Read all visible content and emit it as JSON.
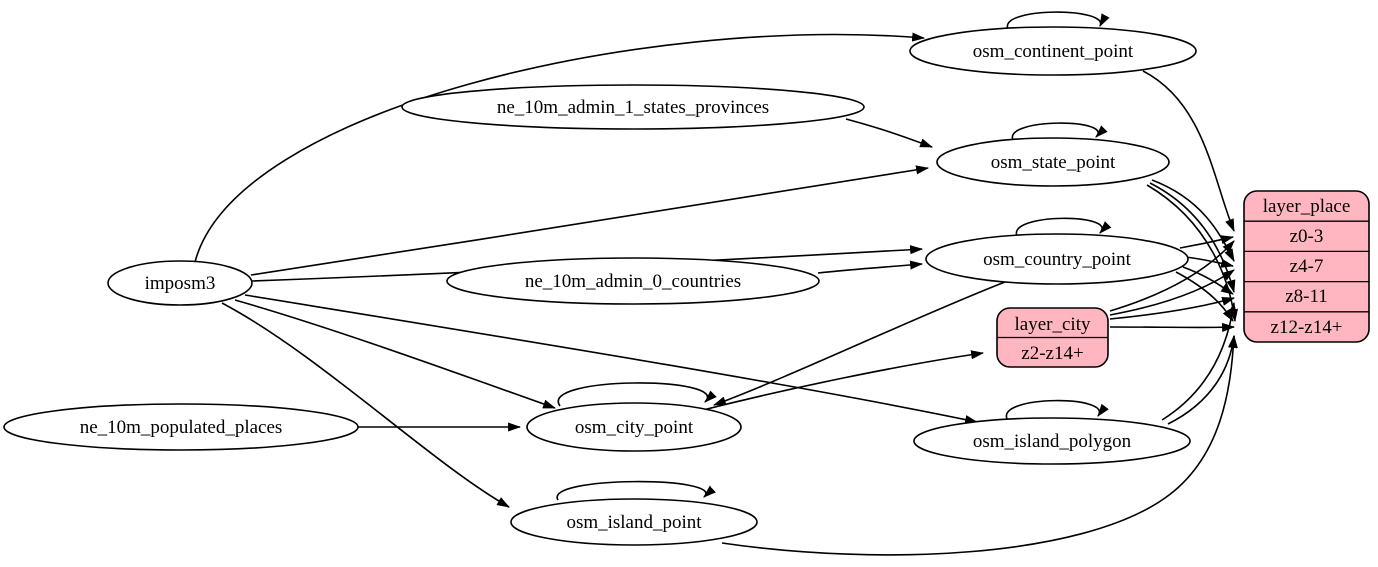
{
  "diagram": {
    "kind": "etl-dependency-graph",
    "colors": {
      "background": "#ffffff",
      "node_fill": "#ffffff",
      "record_fill": "#ffb6c1",
      "stroke": "#000000"
    },
    "nodes": {
      "imposm3": {
        "label": "imposm3"
      },
      "ne_10m_admin_1_states_provinces": {
        "label": "ne_10m_admin_1_states_provinces"
      },
      "ne_10m_admin_0_countries": {
        "label": "ne_10m_admin_0_countries"
      },
      "ne_10m_populated_places": {
        "label": "ne_10m_populated_places"
      },
      "osm_continent_point": {
        "label": "osm_continent_point"
      },
      "osm_state_point": {
        "label": "osm_state_point"
      },
      "osm_country_point": {
        "label": "osm_country_point"
      },
      "osm_city_point": {
        "label": "osm_city_point"
      },
      "osm_island_polygon": {
        "label": "osm_island_polygon"
      },
      "osm_island_point": {
        "label": "osm_island_point"
      }
    },
    "records": {
      "layer_place": {
        "title": "layer_place",
        "rows": [
          "z0-3",
          "z4-7",
          "z8-11",
          "z12-z14+"
        ]
      },
      "layer_city": {
        "title": "layer_city",
        "rows": [
          "z2-z14+"
        ]
      }
    },
    "edges": [
      {
        "from": "imposm3",
        "to": "osm_continent_point"
      },
      {
        "from": "imposm3",
        "to": "osm_state_point"
      },
      {
        "from": "imposm3",
        "to": "osm_country_point"
      },
      {
        "from": "imposm3",
        "to": "osm_city_point"
      },
      {
        "from": "imposm3",
        "to": "osm_island_polygon"
      },
      {
        "from": "imposm3",
        "to": "osm_island_point"
      },
      {
        "from": "ne_10m_admin_1_states_provinces",
        "to": "osm_state_point"
      },
      {
        "from": "ne_10m_admin_0_countries",
        "to": "osm_country_point"
      },
      {
        "from": "ne_10m_populated_places",
        "to": "osm_city_point"
      },
      {
        "from": "osm_continent_point",
        "to": "osm_continent_point"
      },
      {
        "from": "osm_state_point",
        "to": "osm_state_point"
      },
      {
        "from": "osm_country_point",
        "to": "osm_country_point"
      },
      {
        "from": "osm_city_point",
        "to": "osm_city_point"
      },
      {
        "from": "osm_island_polygon",
        "to": "osm_island_polygon"
      },
      {
        "from": "osm_island_point",
        "to": "osm_island_point"
      },
      {
        "from": "osm_country_point",
        "to": "osm_city_point"
      },
      {
        "from": "osm_city_point",
        "to": "layer_city:z2-z14+"
      },
      {
        "from": "layer_city",
        "to": "layer_place:z0-3"
      },
      {
        "from": "layer_city",
        "to": "layer_place:z4-7"
      },
      {
        "from": "layer_city",
        "to": "layer_place:z8-11"
      },
      {
        "from": "layer_city",
        "to": "layer_place:z12-z14+"
      },
      {
        "from": "osm_continent_point",
        "to": "layer_place:z0-3"
      },
      {
        "from": "osm_state_point",
        "to": "layer_place:z4-7"
      },
      {
        "from": "osm_state_point",
        "to": "layer_place:z8-11"
      },
      {
        "from": "osm_state_point",
        "to": "layer_place:z12-z14+"
      },
      {
        "from": "osm_country_point",
        "to": "layer_place:z0-3"
      },
      {
        "from": "osm_country_point",
        "to": "layer_place:z4-7"
      },
      {
        "from": "osm_country_point",
        "to": "layer_place:z8-11"
      },
      {
        "from": "osm_country_point",
        "to": "layer_place:z12-z14+"
      },
      {
        "from": "osm_island_polygon",
        "to": "layer_place:z8-11"
      },
      {
        "from": "osm_island_polygon",
        "to": "layer_place:z12-z14+"
      },
      {
        "from": "osm_island_point",
        "to": "layer_place:z12-z14+"
      }
    ]
  }
}
